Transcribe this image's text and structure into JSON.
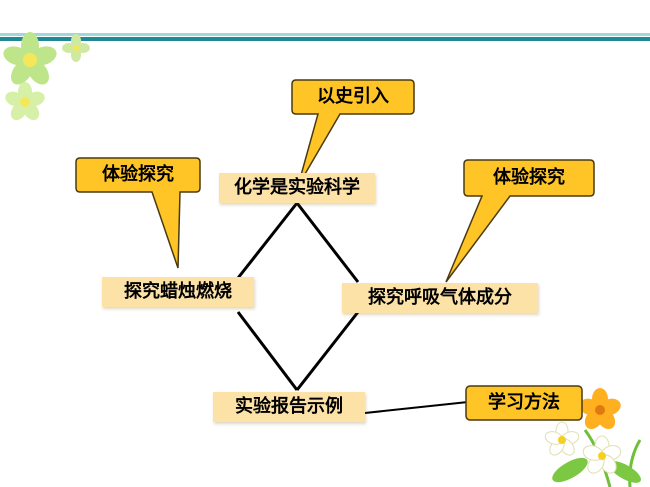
{
  "nodes": {
    "top": "化学是实验科学",
    "left": "探究蜡烛燃烧",
    "right": "探究呼吸气体成分",
    "bottom": "实验报告示例"
  },
  "callouts": {
    "history": "以史引入",
    "experience_left": "体验探究",
    "experience_right": "体验探究",
    "method": "学习方法"
  },
  "colors": {
    "node_fill": "#fde2a8",
    "callout_fill": "#ffc526",
    "callout_border": "#4a3a10",
    "line": "#000000",
    "header_dark": "#1f8a93",
    "header_light": "#9ed8dd"
  }
}
